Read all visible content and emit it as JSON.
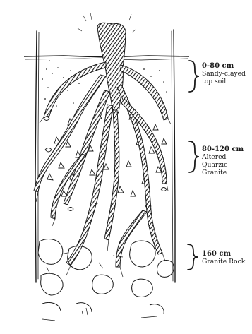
{
  "layers": [
    {
      "id": "topsoil",
      "depth": "0-80 cm",
      "lines": [
        "Sandy-clayed",
        "top soil"
      ]
    },
    {
      "id": "altered",
      "depth": "80-120 cm",
      "lines": [
        "Altered Quarzic",
        "Granite"
      ]
    },
    {
      "id": "rock",
      "depth": "160 cm",
      "lines": [
        "Granite Rock"
      ]
    }
  ],
  "colors": {
    "ink": "#1a1a1a",
    "paper": "#ffffff"
  }
}
